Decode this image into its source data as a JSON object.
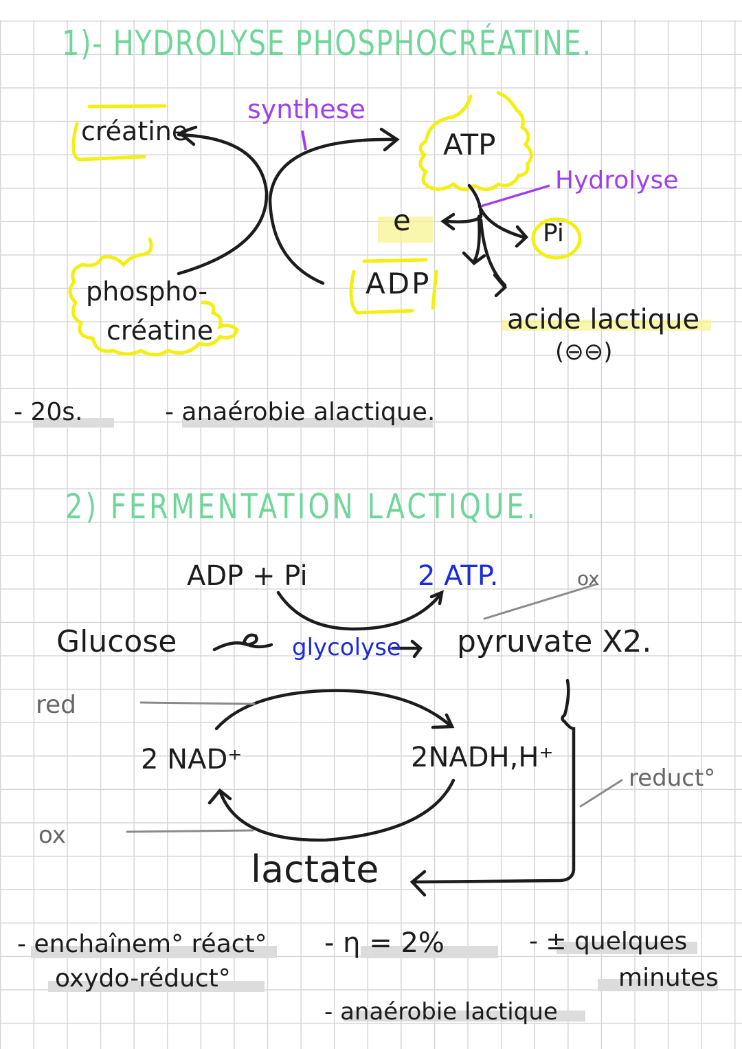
{
  "section1": {
    "title": "1)- HYDROLYSE PHOSPHOCRÉATINE.",
    "labels": {
      "creatine": "créatine",
      "phosphocreatine_line1": "phospho-",
      "phosphocreatine_line2": "créatine",
      "synthese": "synthese",
      "atp": "ATP",
      "hydrolyse": "Hydrolyse",
      "e": "e",
      "pi": "Pi",
      "adp": "ADP",
      "acide_lactique": "acide lactique",
      "acide_charge": "(⊖⊖)"
    },
    "notes": [
      "- 20s.",
      "- anaérobie alactique."
    ]
  },
  "section2": {
    "title": "2) FERMENTATION LACTIQUE.",
    "labels": {
      "adp_pi": "ADP + Pi",
      "two_atp": "2 ATP.",
      "ox_top": "ox",
      "glucose": "Glucose",
      "glycolyse": "glycolyse",
      "pyruvate": "pyruvate X2.",
      "red": "red",
      "nad": "2 NAD⁺",
      "nadh": "2NADH,H⁺",
      "reduct": "reduct°",
      "ox": "ox",
      "lactate": "lactate"
    },
    "notes": {
      "chain_line1": "- enchaînem° réact°",
      "chain_line2": "oxydo-réduct°",
      "yield": "- η = 2%",
      "anaerobie": "- anaérobie lactique",
      "duration_line1": "- ± quelques",
      "duration_line2": "minutes"
    }
  },
  "colors": {
    "title_green": "#6fd69a",
    "ink_black": "#1c1c1c",
    "purple": "#a13ef0",
    "blue": "#1b2bdc",
    "highlight_yellow": "#f6f000",
    "highlight_gray": "#dcdcdc",
    "grid": "#d6d6d6"
  }
}
